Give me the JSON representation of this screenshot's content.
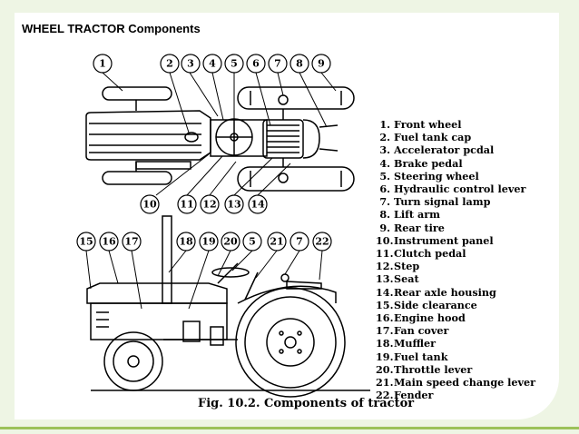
{
  "slide": {
    "title": "WHEEL TRACTOR Components"
  },
  "diagram": {
    "caption": "Fig. 10.2. Components of tractor",
    "top_view_balloons": [
      "1",
      "2",
      "3",
      "4",
      "5",
      "6",
      "7",
      "8",
      "9",
      "10",
      "11",
      "12",
      "13",
      "14"
    ],
    "side_view_balloons": [
      "15",
      "16",
      "17",
      "18",
      "19",
      "20",
      "5",
      "21",
      "7",
      "22"
    ],
    "legend": [
      {
        "num": "1.",
        "label": "Front wheel"
      },
      {
        "num": "2.",
        "label": "Fuel tank cap"
      },
      {
        "num": "3.",
        "label": "Accelerator pcdal"
      },
      {
        "num": "4.",
        "label": "Brake pedal"
      },
      {
        "num": "5.",
        "label": "Steering wheel"
      },
      {
        "num": "6.",
        "label": "Hydraulic control lever"
      },
      {
        "num": "7.",
        "label": "Turn signal lamp"
      },
      {
        "num": "8.",
        "label": "Lift arm"
      },
      {
        "num": "9.",
        "label": "Rear tire"
      },
      {
        "num": "10.",
        "label": "Instrument panel"
      },
      {
        "num": "11.",
        "label": "Clutch pedal"
      },
      {
        "num": "12.",
        "label": "Step"
      },
      {
        "num": "13.",
        "label": "Seat"
      },
      {
        "num": "14.",
        "label": "Rear axle housing"
      },
      {
        "num": "15.",
        "label": "Side clearance"
      },
      {
        "num": "16.",
        "label": "Engine hood"
      },
      {
        "num": "17.",
        "label": "Fan cover"
      },
      {
        "num": "18.",
        "label": "Muffler"
      },
      {
        "num": "19.",
        "label": "Fuel tank"
      },
      {
        "num": "20.",
        "label": "Throttle lever"
      },
      {
        "num": "21.",
        "label": "Main speed change lever"
      },
      {
        "num": "22.",
        "label": "Fender"
      }
    ]
  }
}
